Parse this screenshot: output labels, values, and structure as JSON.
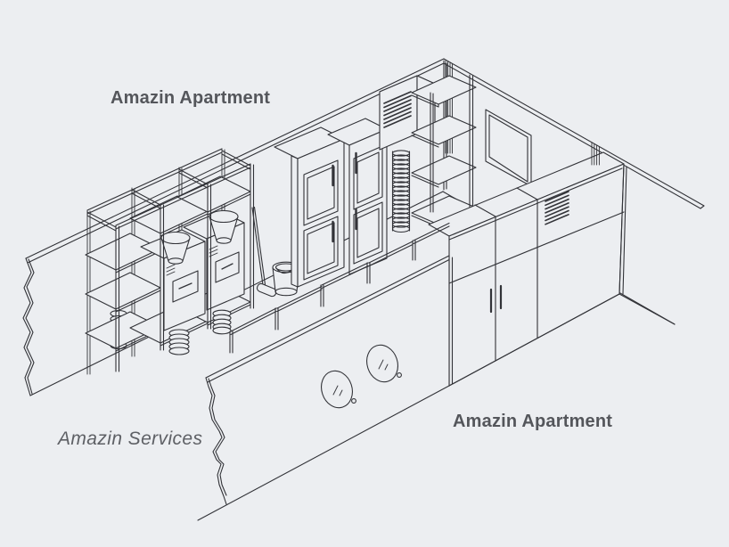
{
  "scene": {
    "type": "isometric line illustration of a hidden service corridor between two apartment walls",
    "background_color": "#eceef1",
    "line_color": "#323338",
    "bold_label_color": "#54565b",
    "italic_label_color": "#5e6065"
  },
  "labels": {
    "apartment_top": "Amazin Apartment",
    "services": "Amazin Services",
    "apartment_bottom": "Amazin Apartment"
  }
}
